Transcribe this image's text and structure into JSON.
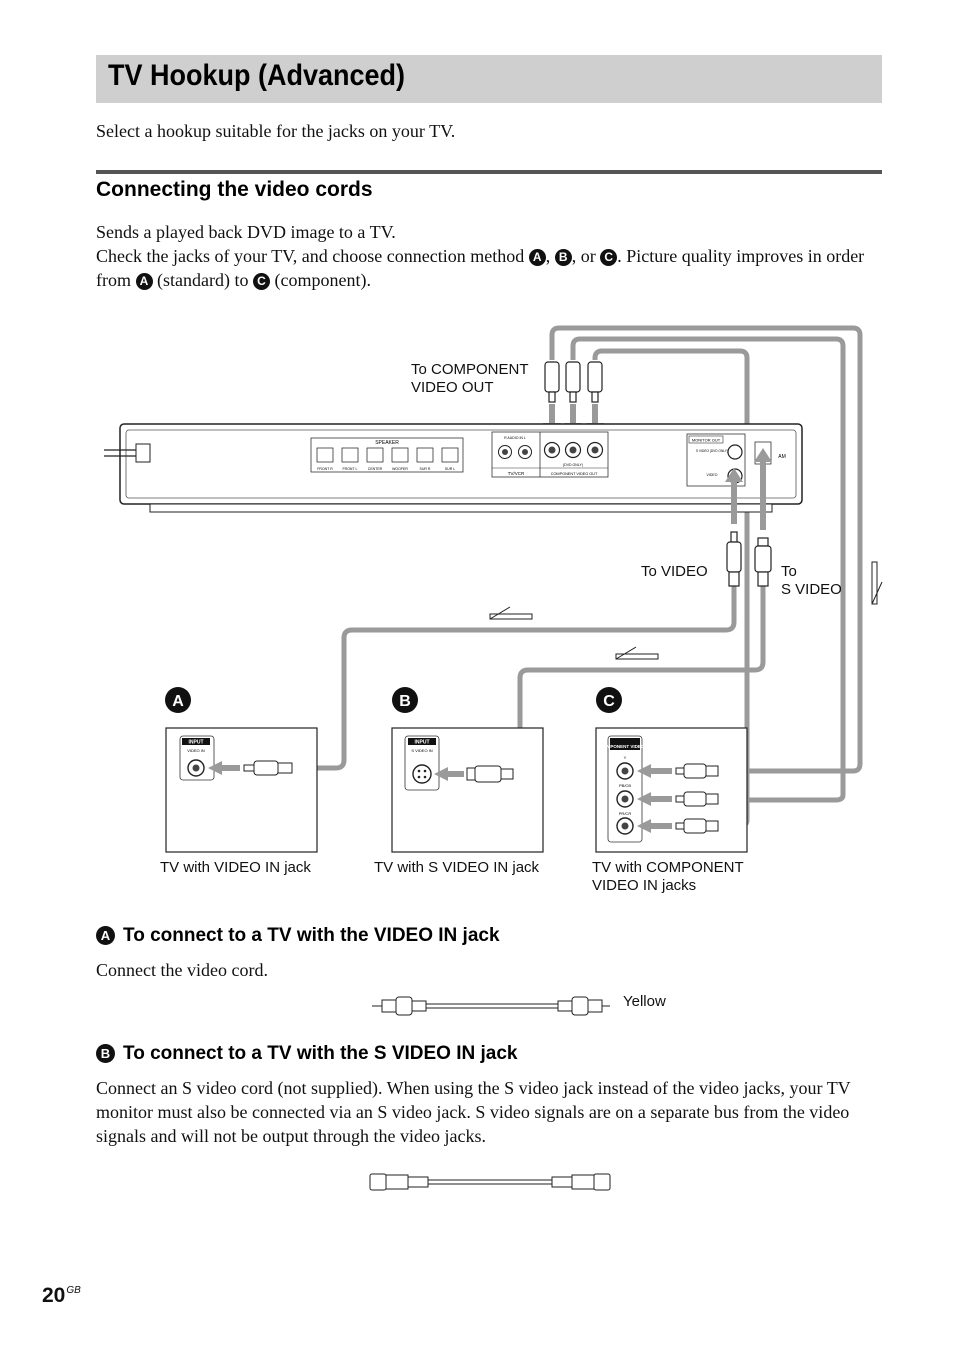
{
  "page": {
    "title": "TV Hookup (Advanced)",
    "intro": "Select a hookup suitable for the jacks on your TV.",
    "number": "20",
    "number_suffix": "GB"
  },
  "section": {
    "heading": "Connecting the video cords",
    "line1": "Sends a played back DVD image to a TV.",
    "line2_a": "Check the jacks of your TV, and choose connection method ",
    "sep1": ", ",
    "sep2": ", or ",
    "line2_b": ". Picture quality improves in order from ",
    "standard": " (standard) to ",
    "component": " (component)."
  },
  "badges": {
    "a": "A",
    "b": "B",
    "c": "C"
  },
  "diagram": {
    "to_component_line1": "To COMPONENT",
    "to_component_line2": "VIDEO OUT",
    "to_video": "To VIDEO",
    "to_s_video_line1": "To",
    "to_s_video_line2": "S VIDEO",
    "tv_a": "TV with VIDEO IN jack",
    "tv_b": "TV with S VIDEO IN jack",
    "tv_c_line1": "TV with COMPONENT",
    "tv_c_line2": "VIDEO IN jacks",
    "panel": {
      "speaker": "SPEAKER",
      "front_r": "FRONT R",
      "front_l": "FRONT L",
      "center": "CENTER",
      "woofer": "WOOFER",
      "sur_r": "SUR R",
      "sur_l": "SUR L",
      "audio_in": "R  AUDIO IN  L",
      "tv_vcr": "TV/VCR",
      "dvd_only": "(DVD ONLY)",
      "component_video_out": "COMPONENT VIDEO OUT",
      "monitor_out": "MONITOR OUT",
      "s_video_dvd_only": "S VIDEO (DVD ONLY)",
      "video": "VIDEO",
      "am": "AM"
    },
    "tv_input": "INPUT",
    "video_in": "VIDEO IN",
    "s_video_in": "S VIDEO IN",
    "component_video_in": "COMPONENT VIDEO IN",
    "y": "Y",
    "pb_cb": "PB/CB",
    "pr_cr": "PR/CR"
  },
  "sub_a": {
    "heading": "To connect to a TV with the VIDEO IN jack",
    "text": "Connect the video cord.",
    "cord_color": "Yellow"
  },
  "sub_b": {
    "heading": "To connect to a TV with the S VIDEO IN jack",
    "text": "Connect an S video cord (not supplied). When using the S video jack instead of the video jacks, your TV monitor must also be connected via an S video jack. S video signals are on a separate bus from the video signals and will not be output through the video jacks."
  }
}
